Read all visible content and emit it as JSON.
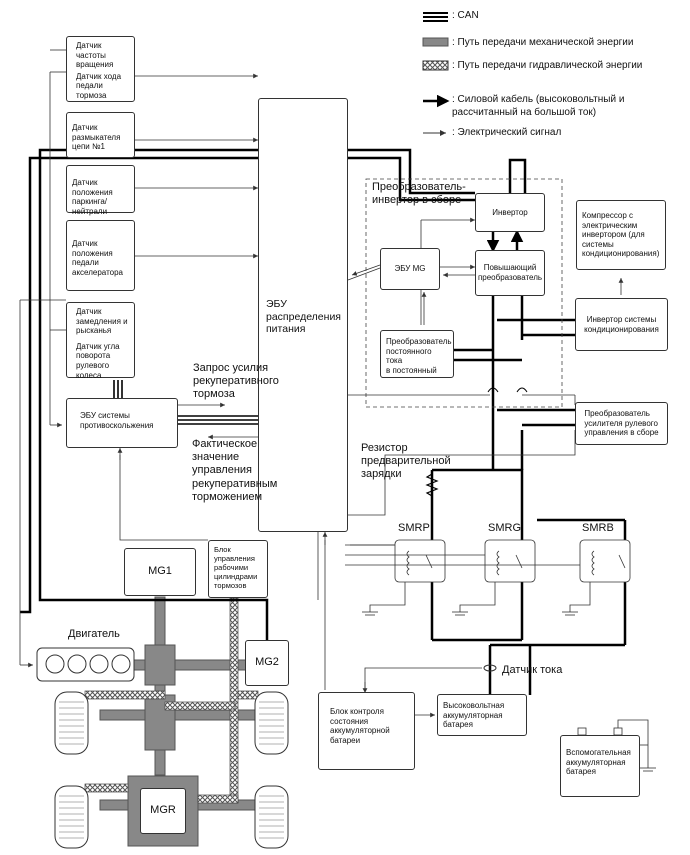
{
  "legend": {
    "can": ": CAN",
    "mech": ": Путь передачи механической энергии",
    "hyd": ": Путь передачи гидравлической энергии",
    "power": ": Силовой кабель (высоковольтный и\nрассчитанный на большой ток)",
    "signal": ": Электрический сигнал"
  },
  "sensors": {
    "speed": "Датчик частоты\nвращения",
    "brake_stroke": "Датчик хода\nпедали тормоза",
    "breaker": "Датчик размыкателя\nцепи №1",
    "park": "Датчик положения\nпаркинга/нейтрали",
    "accel": "Датчик положения\nпедали\nакселератора",
    "decel": "Датчик\nзамедления и\nрысканья",
    "steer": "Датчик угла\nповорота рулевого\nколеса"
  },
  "ecus": {
    "abs": "ЭБУ системы\nпротивоскольжения",
    "power_dist": "ЭБУ\nраспределения\nпитания",
    "mg": "ЭБУ MG",
    "brake_actuator": "Блок\nуправления\nрабочими\nцилиндрами\nтормозов",
    "battery_monitor": "Блок контроля\nсостояния\nаккумуляторной\nбатареи"
  },
  "inverter_assembly": {
    "title": "Преобразователь-\nинвертор в сборе",
    "inverter": "Инвертор",
    "boost": "Повышающий\nпреобразователь",
    "dcdc": "Преобразователь\nпостоянного тока\nв постоянный"
  },
  "right_units": {
    "compressor": "Компрессор с\nэлектрическим\nинвертором (для\nсистемы\nкондиционирования)",
    "ac_inverter": "Инвертор системы\nкондиционирования",
    "eps_converter": "Преобразователь\nусилителя рулевого\nуправления в сборе",
    "hv_battery": "Высоковольтная\nаккумуляторная\nбатарея",
    "aux_battery": "Вспомогательная\nаккумуляторная\nбатарея"
  },
  "labels": {
    "regen_request": "Запрос усилия\nрекуперативного\nтормоза",
    "regen_actual": "Фактическое\nзначение\nуправления\nрекуперативным\nторможением",
    "precharge": "Резистор\nпредварительной\nзарядки",
    "smrp": "SMRP",
    "smrg": "SMRG",
    "smrb": "SMRB",
    "current_sensor": "Датчик тока",
    "engine": "Двигатель",
    "mg1": "MG1",
    "mg2": "MG2",
    "mgr": "MGR"
  }
}
